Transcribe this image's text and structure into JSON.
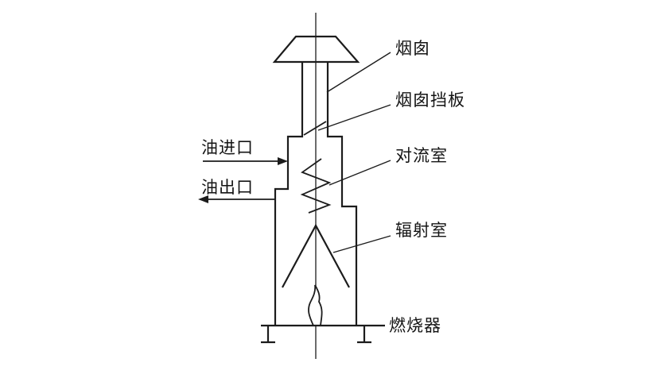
{
  "diagram": {
    "type": "tube-furnace-schematic",
    "labels": {
      "chimney": "烟囱",
      "chimney_damper": "烟囱挡板",
      "oil_inlet": "油进口",
      "oil_outlet": "油出口",
      "convection_chamber": "对流室",
      "radiant_chamber": "辐射室",
      "burner": "燃烧器"
    },
    "colors": {
      "line": "#1c1c1c",
      "text": "#141414",
      "background": "#ffffff"
    }
  }
}
